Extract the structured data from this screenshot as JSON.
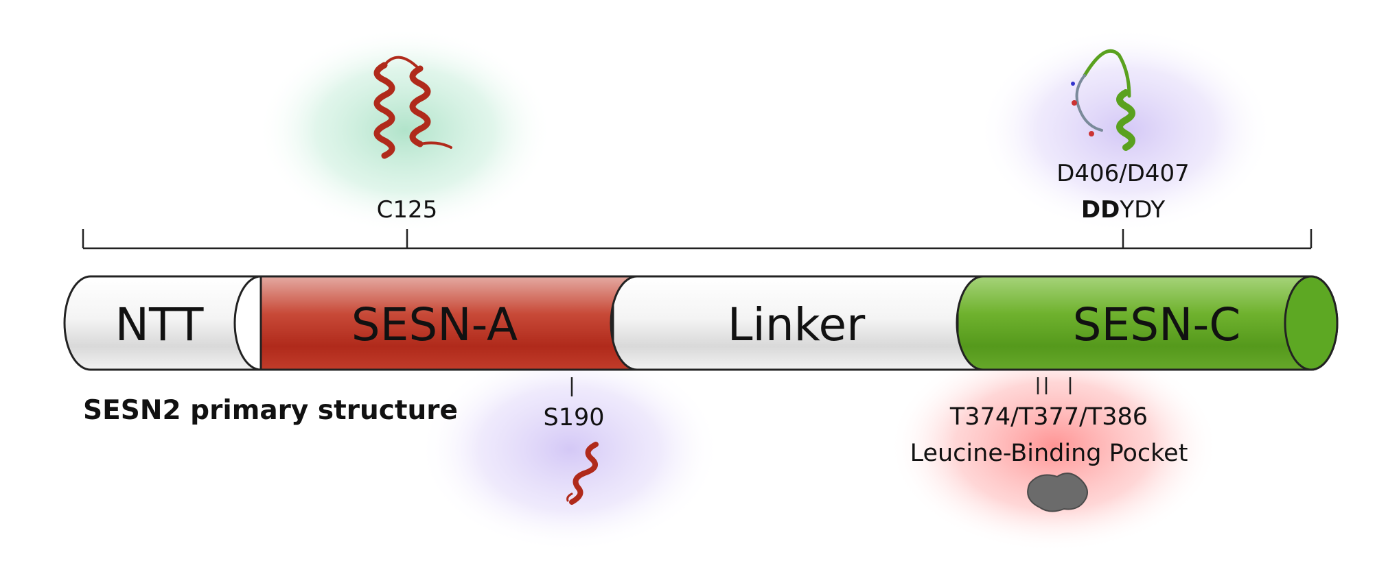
{
  "caption": "SESN2 primary structure",
  "segments": {
    "ntt": "NTT",
    "sesn_a": "SESN-A",
    "linker": "Linker",
    "sesn_c": "SESN-C"
  },
  "sites": {
    "c125": "C125",
    "s190": "S190",
    "d406": {
      "line1": "D406/D407",
      "motif_bold": "DD",
      "motif_rest": "YDY"
    },
    "leucine": {
      "residues": "T374/T377/T386",
      "pocket": "Leucine-Binding Pocket"
    }
  },
  "colors": {
    "sesn_a": "#b32a1c",
    "sesn_c": "#5aa11f",
    "glow_green": "#a8e0c4",
    "glow_purple": "#cfc2f5",
    "glow_red": "#ff9a9a"
  }
}
